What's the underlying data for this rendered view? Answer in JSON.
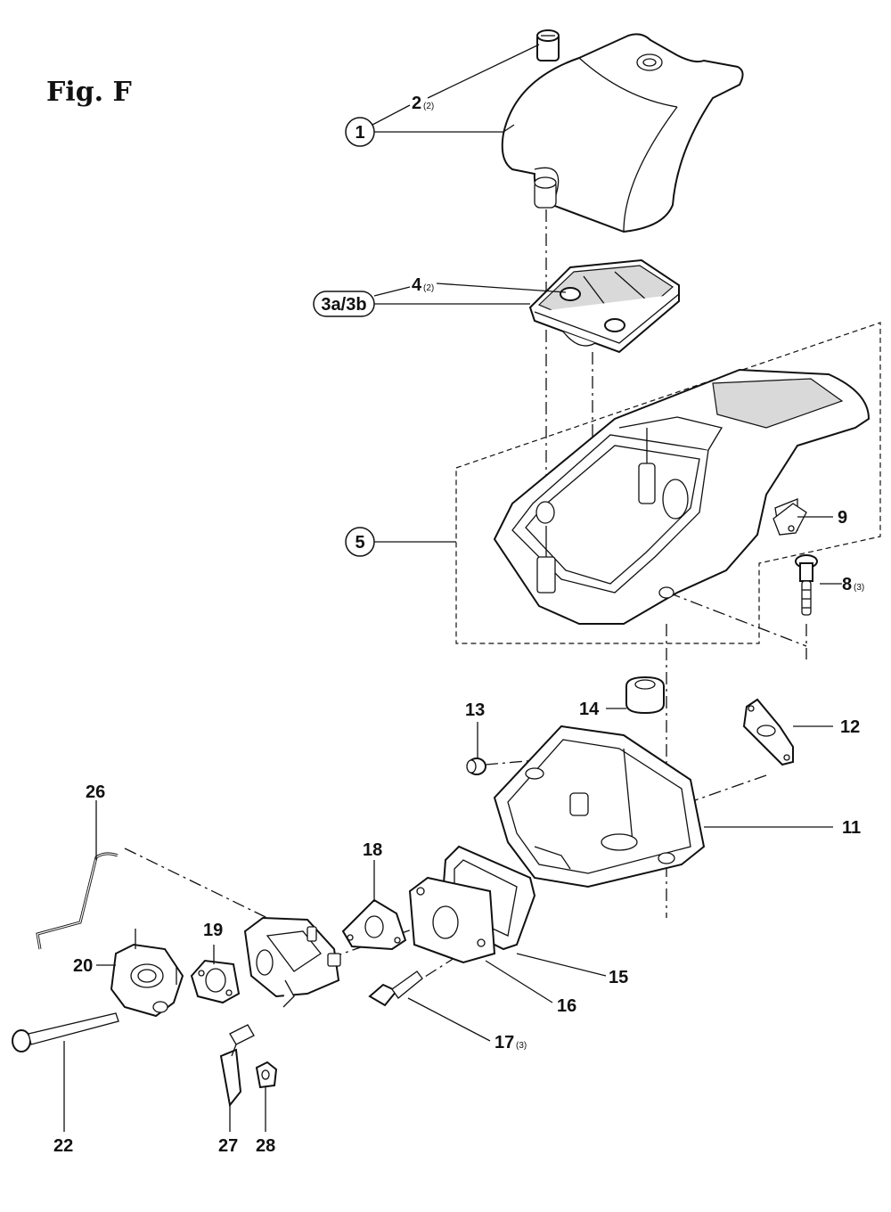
{
  "figure": {
    "title": "Fig. F"
  },
  "callouts": [
    {
      "id": "c1",
      "label": "1",
      "circled": true
    },
    {
      "id": "c2",
      "label": "2",
      "qty": "(2)"
    },
    {
      "id": "c3",
      "label": "3a/3b",
      "circled": true
    },
    {
      "id": "c4",
      "label": "4",
      "qty": "(2)"
    },
    {
      "id": "c5",
      "label": "5",
      "circled": true
    },
    {
      "id": "c8",
      "label": "8",
      "qty": "(3)"
    },
    {
      "id": "c9",
      "label": "9"
    },
    {
      "id": "c11",
      "label": "11"
    },
    {
      "id": "c12",
      "label": "12"
    },
    {
      "id": "c13",
      "label": "13"
    },
    {
      "id": "c14",
      "label": "14"
    },
    {
      "id": "c15",
      "label": "15"
    },
    {
      "id": "c16",
      "label": "16"
    },
    {
      "id": "c17",
      "label": "17",
      "qty": "(3)"
    },
    {
      "id": "c18",
      "label": "18"
    },
    {
      "id": "c19",
      "label": "19"
    },
    {
      "id": "c20",
      "label": "20"
    },
    {
      "id": "c22",
      "label": "22"
    },
    {
      "id": "c26",
      "label": "26"
    },
    {
      "id": "c27",
      "label": "27"
    },
    {
      "id": "c28",
      "label": "28"
    }
  ]
}
